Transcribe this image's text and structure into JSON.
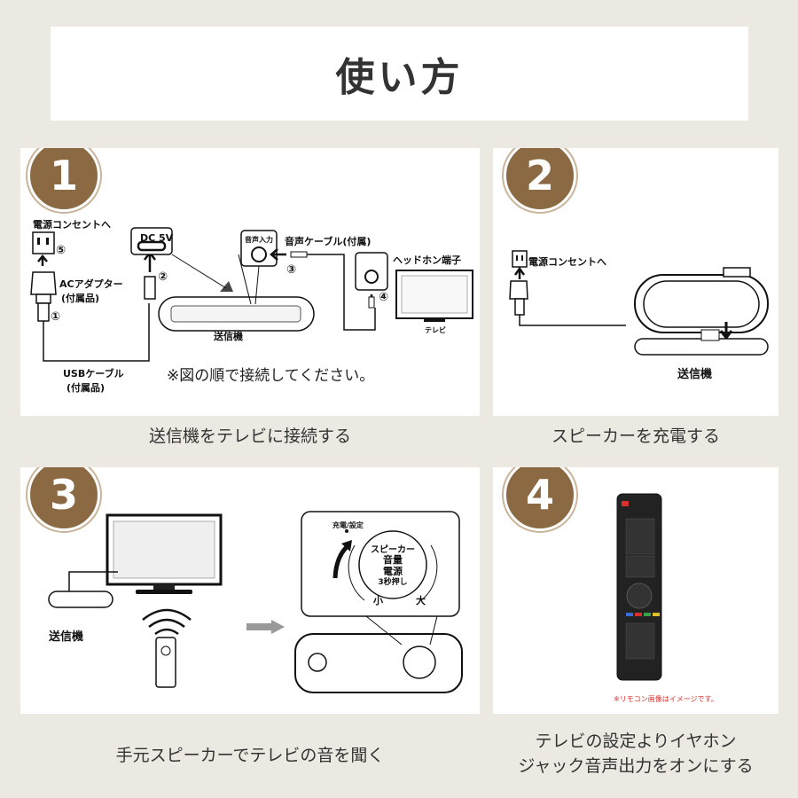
{
  "title": "使い方",
  "steps": [
    {
      "number": "1",
      "caption": "送信機をテレビに接続する",
      "labels": {
        "power_outlet": "電源コンセントへ",
        "dc": "DC 5V",
        "audio_in": "音声入力",
        "audio_cable": "音声ケーブル(付属)",
        "headphone_jack": "ヘッドホン端子",
        "ac_adapter": "ACアダプター",
        "ac_adapter_included": "(付属品)",
        "transmitter": "送信機",
        "tv": "テレビ",
        "usb_cable": "USBケーブル",
        "usb_cable_included": "(付属品)",
        "note": "※図の順で接続してください。",
        "c1": "①",
        "c2": "②",
        "c3": "③",
        "c4": "④",
        "c5": "⑤"
      }
    },
    {
      "number": "2",
      "caption": "スピーカーを充電する",
      "labels": {
        "power_outlet": "電源コンセントへ",
        "transmitter": "送信機"
      }
    },
    {
      "number": "3",
      "caption": "手元スピーカーでテレビの音を聞く",
      "labels": {
        "transmitter": "送信機",
        "charge_setting": "充電/設定",
        "dial_line1": "スピーカー",
        "dial_line2": "音量",
        "dial_line3": "電源",
        "dial_line4": "3秒押し",
        "small": "小",
        "large": "大"
      }
    },
    {
      "number": "4",
      "caption_line1": "テレビの設定よりイヤホン",
      "caption_line2": "ジャック音声出力をオンにする",
      "labels": {
        "remote_note": "※リモコン画像はイメージです。"
      }
    }
  ],
  "colors": {
    "badge": "#8b6a43",
    "background": "#ece9e3",
    "note_red": "#d9302c"
  }
}
